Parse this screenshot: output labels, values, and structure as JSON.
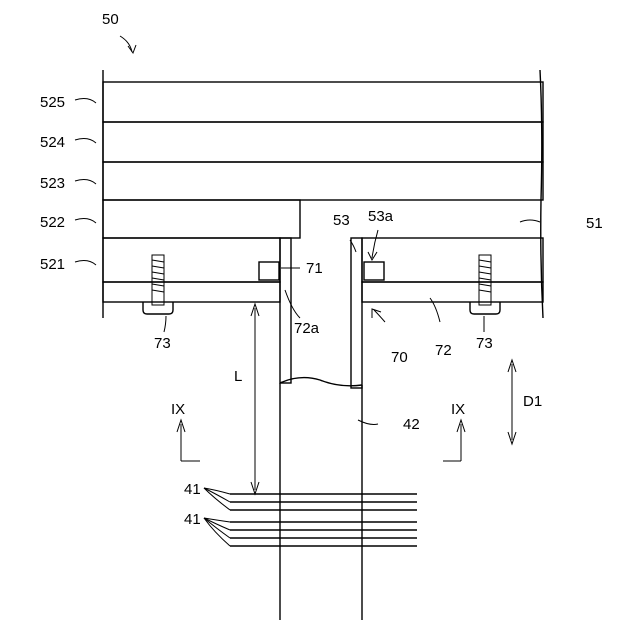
{
  "figure": {
    "assembly_label": "50",
    "layers": {
      "l525": "525",
      "l524": "524",
      "l523": "523",
      "l522": "522",
      "l521": "521"
    },
    "gap_label": "51",
    "groove_label": "53",
    "groove_sub_label": "53a",
    "seal_label": "71",
    "plate_label": "72",
    "plate_sub_label": "72a",
    "bolt_label_left": "73",
    "bolt_label_right": "73",
    "unit_label": "70",
    "length_label": "L",
    "pipe_label": "42",
    "direction_label": "D1",
    "section_left": "IX",
    "section_right": "IX",
    "fiber_label_top": "41",
    "fiber_label_bottom": "41"
  }
}
